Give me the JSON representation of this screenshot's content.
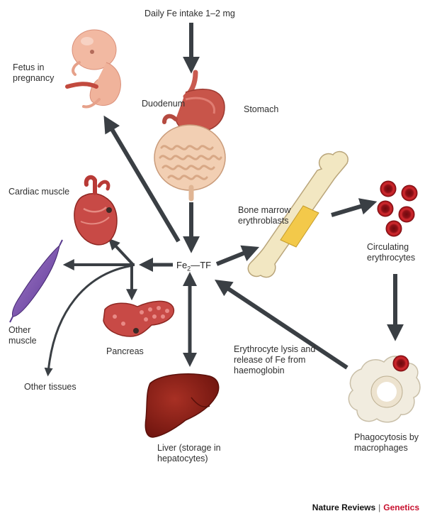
{
  "labels": {
    "daily_intake": "Daily Fe intake 1–2 mg",
    "fetus": "Fetus in pregnancy",
    "duodenum": "Duodenum",
    "stomach": "Stomach",
    "cardiac": "Cardiac muscle",
    "bone_marrow": "Bone marrow erythroblasts",
    "circulating": "Circulating erythrocytes",
    "fe_tf_base": "Fe",
    "fe_tf_sub": "2",
    "fe_tf_suffix": "—TF",
    "other_muscle": "Other muscle",
    "pancreas": "Pancreas",
    "other_tissues": "Other tissues",
    "lysis": "Erythrocyte lysis and release of Fe from haemoglobin",
    "liver": "Liver (storage in hepatocytes)",
    "phagocytosis": "Phagocytosis by macrophages"
  },
  "footer": {
    "journal": "Nature Reviews",
    "separator": "|",
    "section": "Genetics"
  },
  "colors": {
    "arrow": "#3a3f44",
    "blood_red": "#b3151c",
    "organ_red": "#c2453f",
    "liver": "#8a1c14",
    "bone": "#f1e5bd",
    "muscle": "#6a4a9a",
    "fetus_skin": "#f0b9a2",
    "accent": "#c8102e"
  }
}
